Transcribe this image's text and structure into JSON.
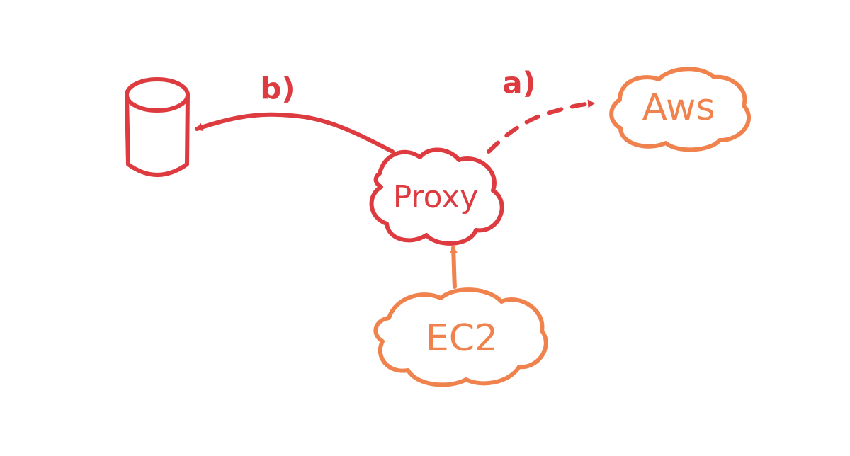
{
  "nodes": {
    "database": {
      "label": ""
    },
    "proxy": {
      "label": "Proxy"
    },
    "aws": {
      "label": "Aws"
    },
    "ec2": {
      "label": "EC2"
    }
  },
  "edges": {
    "proxy_to_database": {
      "label": "b)",
      "style": "solid"
    },
    "proxy_to_aws": {
      "label": "a)",
      "style": "dashed"
    },
    "ec2_to_proxy": {
      "label": "",
      "style": "solid"
    }
  },
  "colors": {
    "red": "#dd3b3f",
    "orange": "#f0834d",
    "background": "#ffffff"
  }
}
